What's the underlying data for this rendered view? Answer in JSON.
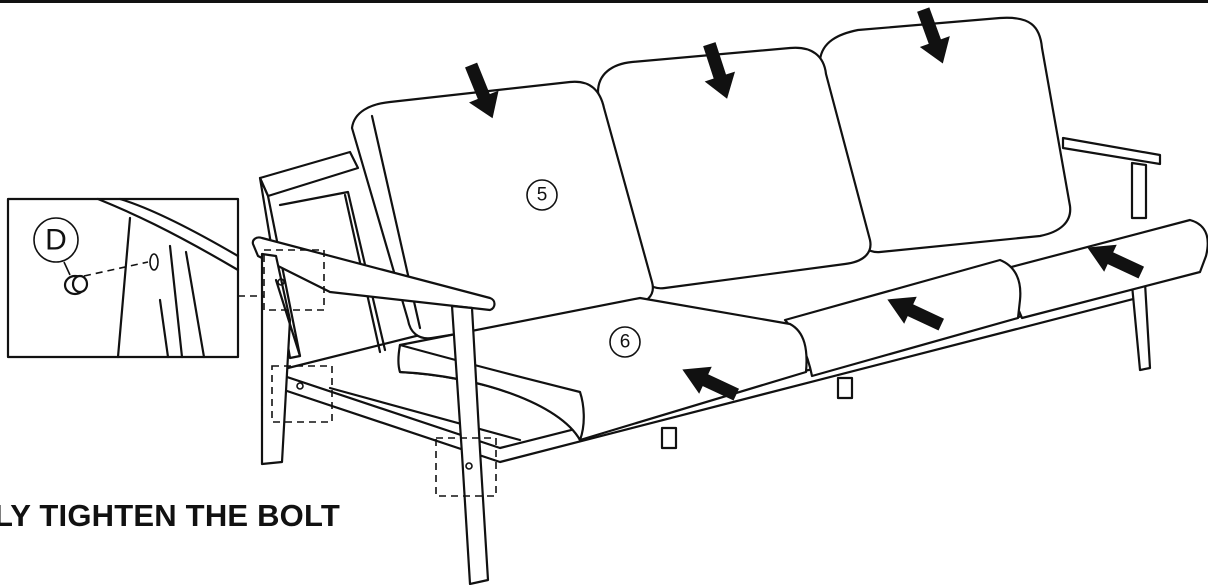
{
  "instruction": {
    "text": "LY TIGHTEN THE BOLT"
  },
  "callouts": {
    "part_5": "5",
    "part_6": "6"
  },
  "detail": {
    "part_letter": "D"
  },
  "colors": {
    "ink": "#111111",
    "paper": "#ffffff"
  }
}
